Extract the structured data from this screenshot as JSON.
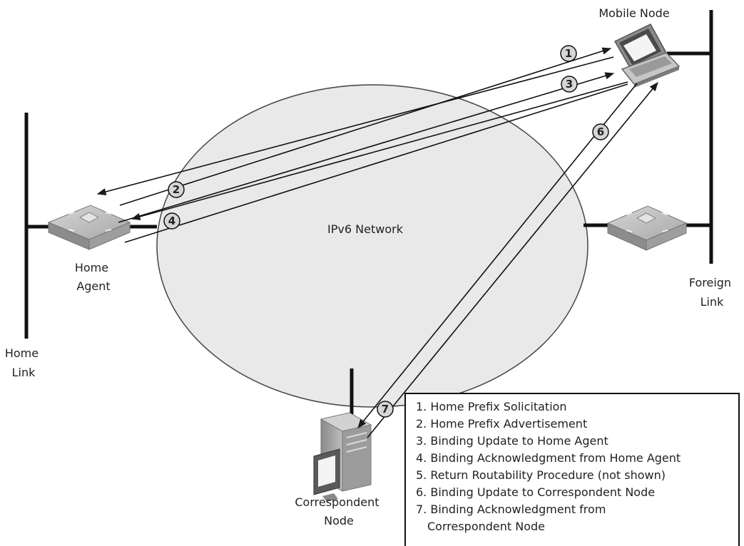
{
  "network": {
    "label": "IPv6 Network"
  },
  "nodes": {
    "mobile_node": "Mobile Node",
    "home_agent": [
      "Home",
      "Agent"
    ],
    "correspondent_node": [
      "Correspondent",
      "Node"
    ]
  },
  "links": {
    "home_link": [
      "Home",
      "Link"
    ],
    "foreign_link": [
      "Foreign",
      "Link"
    ]
  },
  "messages": [
    {
      "num": "1"
    },
    {
      "num": "2"
    },
    {
      "num": "3"
    },
    {
      "num": "4"
    },
    {
      "num": "6"
    },
    {
      "num": "7"
    }
  ],
  "legend": {
    "items": [
      "1. Home Prefix Solicitation",
      "2. Home Prefix Advertisement",
      "3. Binding Update to Home Agent",
      "4. Binding Acknowledgment from Home Agent",
      "5. Return Routability Procedure (not shown)",
      "6. Binding Update to Correspondent Node",
      "7. Binding Acknowledgment from",
      "Correspondent Node"
    ]
  },
  "colors": {
    "line": "#1a1a1a",
    "ellipse_fill": "#e9e9e9",
    "ellipse_stroke": "#444444",
    "device_body": "#9a9a9a",
    "device_top": "#c9c9c9"
  }
}
